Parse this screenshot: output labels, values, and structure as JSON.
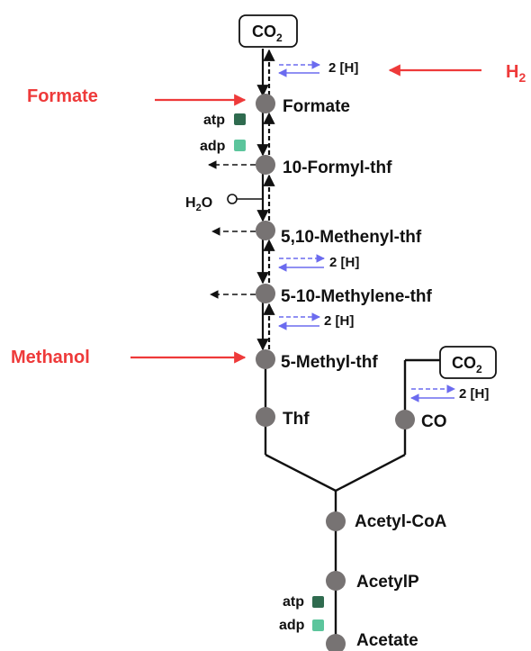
{
  "colors": {
    "node": "#777373",
    "line": "#111111",
    "input_arrow": "#ee3a3a",
    "reduct_arrow": "#6b6bef",
    "atp": "#2f6b4f",
    "adp": "#5cc59c"
  },
  "nodes": {
    "formate": "Formate",
    "formyl": "10-Formyl-thf",
    "methenyl": "5,10-Methenyl-thf",
    "methylene": "5-10-Methylene-thf",
    "methyl": "5-Methyl-thf",
    "thf": "Thf",
    "co": "CO",
    "acetylcoa": "Acetyl-CoA",
    "acetylp": "AcetylP",
    "acetate": "Acetate"
  },
  "boxes": {
    "co2_top": "CO",
    "co2_top_sub": "2",
    "co2_right": "CO",
    "co2_right_sub": "2"
  },
  "inputs": {
    "formate": "Formate",
    "methanol": "Methanol",
    "h2": "H",
    "h2_sub": "2"
  },
  "reducing_equivalent": "2 [H]",
  "water": "H",
  "water_sub": "2",
  "water_o": "O",
  "atp": "atp",
  "adp": "adp"
}
